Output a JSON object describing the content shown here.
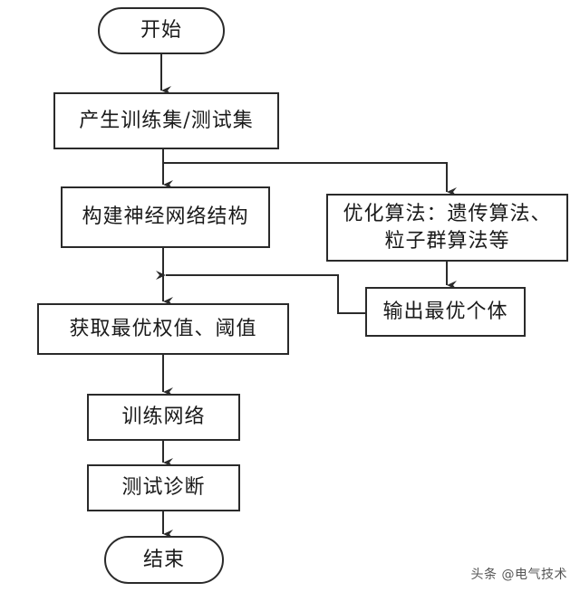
{
  "flowchart": {
    "start": "开始",
    "generate_sets": "产生训练集/测试集",
    "build_network": "构建神经网络结构",
    "optimize_line1": "优化算法：遗传算法、",
    "optimize_line2": "粒子群算法等",
    "output_best": "输出最优个体",
    "get_weights": "获取最优权值、阈值",
    "train_network": "训练网络",
    "test_diagnose": "测试诊断",
    "end": "结束"
  },
  "watermark": "头条 @电气技术",
  "colors": {
    "stroke": "#2a2a2a",
    "background": "#ffffff"
  }
}
